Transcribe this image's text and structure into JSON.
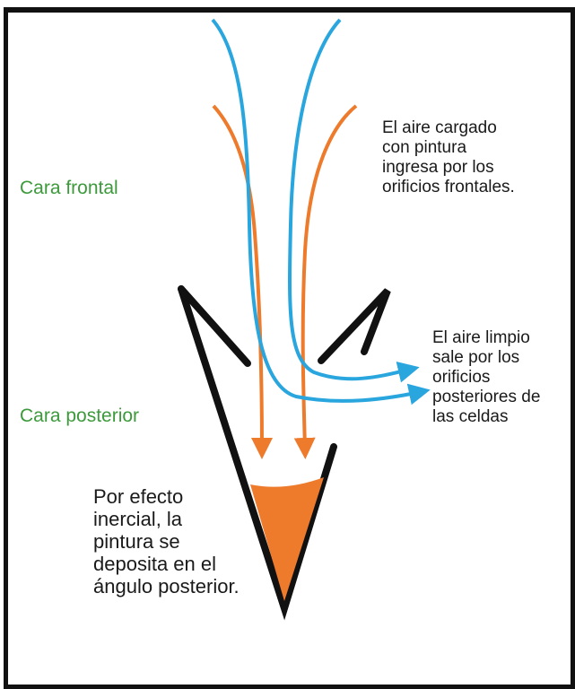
{
  "labels": {
    "front_face": "Cara frontal",
    "rear_face": "Cara posterior"
  },
  "notes": {
    "inlet": [
      "El aire cargado",
      "con pintura",
      "ingresa por los",
      "orificios frontales."
    ],
    "outlet": [
      "El aire limpio",
      "sale por los",
      "orificios",
      "posteriores de",
      "las celdas"
    ],
    "deposit": [
      "Por efecto",
      "inercial, la",
      "pintura se",
      "deposita en el",
      "ángulo posterior."
    ]
  },
  "colors": {
    "clean_air": "#2aa6de",
    "paint_air": "#ee7a2c",
    "paint_deposit": "#ee7a2c",
    "cell_wall": "#111111",
    "label_green": "#3c9a3c"
  }
}
